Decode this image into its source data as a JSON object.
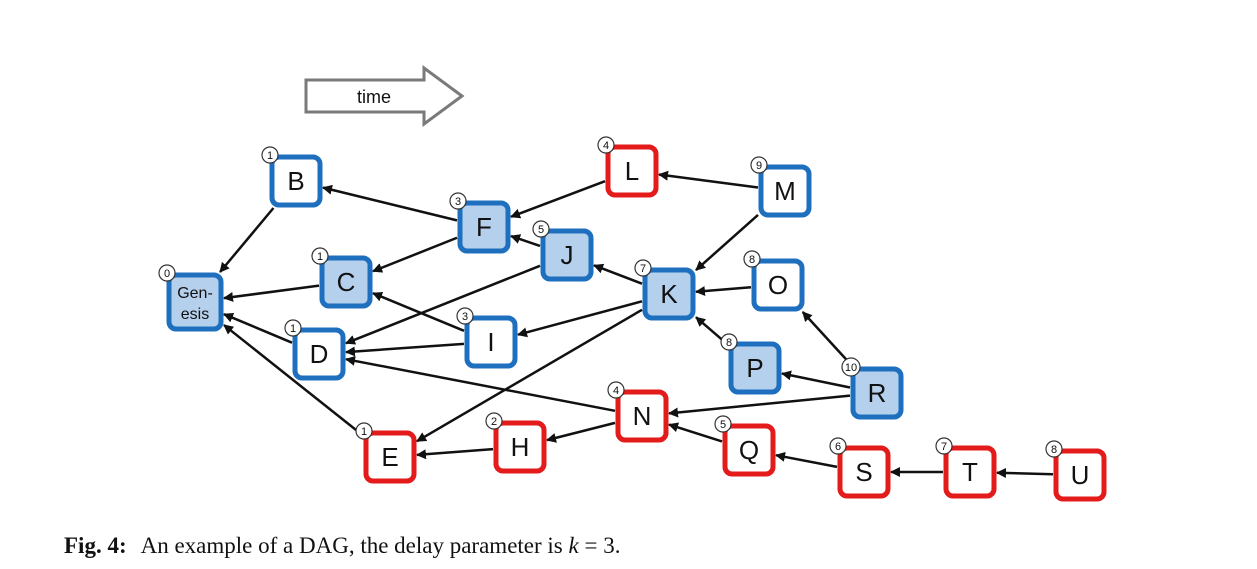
{
  "time_arrow": {
    "label": "time"
  },
  "colors": {
    "blue": "#1f6fbf",
    "red": "#e31b1b",
    "fill_blue": "#b5d0ec",
    "fill_white": "#ffffff",
    "arrow": "#111111"
  },
  "nodes": [
    {
      "id": "Genesis",
      "lines": [
        "Gen-",
        "esis"
      ],
      "score": "0",
      "border": "blue",
      "filled": true
    },
    {
      "id": "B",
      "lines": [
        "B"
      ],
      "score": "1",
      "border": "blue",
      "filled": false
    },
    {
      "id": "C",
      "lines": [
        "C"
      ],
      "score": "1",
      "border": "blue",
      "filled": true
    },
    {
      "id": "D",
      "lines": [
        "D"
      ],
      "score": "1",
      "border": "blue",
      "filled": false
    },
    {
      "id": "E",
      "lines": [
        "E"
      ],
      "score": "1",
      "border": "red",
      "filled": false
    },
    {
      "id": "F",
      "lines": [
        "F"
      ],
      "score": "3",
      "border": "blue",
      "filled": true
    },
    {
      "id": "I",
      "lines": [
        "I"
      ],
      "score": "3",
      "border": "blue",
      "filled": false
    },
    {
      "id": "H",
      "lines": [
        "H"
      ],
      "score": "2",
      "border": "red",
      "filled": false
    },
    {
      "id": "J",
      "lines": [
        "J"
      ],
      "score": "5",
      "border": "blue",
      "filled": true
    },
    {
      "id": "L",
      "lines": [
        "L"
      ],
      "score": "4",
      "border": "red",
      "filled": false
    },
    {
      "id": "N",
      "lines": [
        "N"
      ],
      "score": "4",
      "border": "red",
      "filled": false
    },
    {
      "id": "K",
      "lines": [
        "K"
      ],
      "score": "7",
      "border": "blue",
      "filled": true
    },
    {
      "id": "M",
      "lines": [
        "M"
      ],
      "score": "9",
      "border": "blue",
      "filled": false
    },
    {
      "id": "O",
      "lines": [
        "O"
      ],
      "score": "8",
      "border": "blue",
      "filled": false
    },
    {
      "id": "P",
      "lines": [
        "P"
      ],
      "score": "8",
      "border": "blue",
      "filled": true
    },
    {
      "id": "Q",
      "lines": [
        "Q"
      ],
      "score": "5",
      "border": "red",
      "filled": false
    },
    {
      "id": "R",
      "lines": [
        "R"
      ],
      "score": "10",
      "border": "blue",
      "filled": true
    },
    {
      "id": "S",
      "lines": [
        "S"
      ],
      "score": "6",
      "border": "red",
      "filled": false
    },
    {
      "id": "T",
      "lines": [
        "T"
      ],
      "score": "7",
      "border": "red",
      "filled": false
    },
    {
      "id": "U",
      "lines": [
        "U"
      ],
      "score": "8",
      "border": "red",
      "filled": false
    }
  ],
  "edges": [
    {
      "from": "B",
      "to": "Genesis"
    },
    {
      "from": "C",
      "to": "Genesis"
    },
    {
      "from": "D",
      "to": "Genesis"
    },
    {
      "from": "E",
      "to": "Genesis"
    },
    {
      "from": "F",
      "to": "B"
    },
    {
      "from": "F",
      "to": "C"
    },
    {
      "from": "I",
      "to": "C"
    },
    {
      "from": "I",
      "to": "D"
    },
    {
      "from": "J",
      "to": "F"
    },
    {
      "from": "J",
      "to": "D"
    },
    {
      "from": "L",
      "to": "F"
    },
    {
      "from": "M",
      "to": "L"
    },
    {
      "from": "M",
      "to": "K"
    },
    {
      "from": "K",
      "to": "J"
    },
    {
      "from": "K",
      "to": "I"
    },
    {
      "from": "K",
      "to": "E"
    },
    {
      "from": "O",
      "to": "K"
    },
    {
      "from": "P",
      "to": "K"
    },
    {
      "from": "R",
      "to": "O"
    },
    {
      "from": "R",
      "to": "P"
    },
    {
      "from": "R",
      "to": "N"
    },
    {
      "from": "N",
      "to": "D"
    },
    {
      "from": "N",
      "to": "H"
    },
    {
      "from": "H",
      "to": "E"
    },
    {
      "from": "Q",
      "to": "N"
    },
    {
      "from": "S",
      "to": "Q"
    },
    {
      "from": "T",
      "to": "S"
    },
    {
      "from": "U",
      "to": "T"
    }
  ],
  "caption": {
    "label": "Fig. 4:",
    "text": "An example of a DAG, the delay parameter is",
    "k": "k",
    "rest": " = 3."
  }
}
